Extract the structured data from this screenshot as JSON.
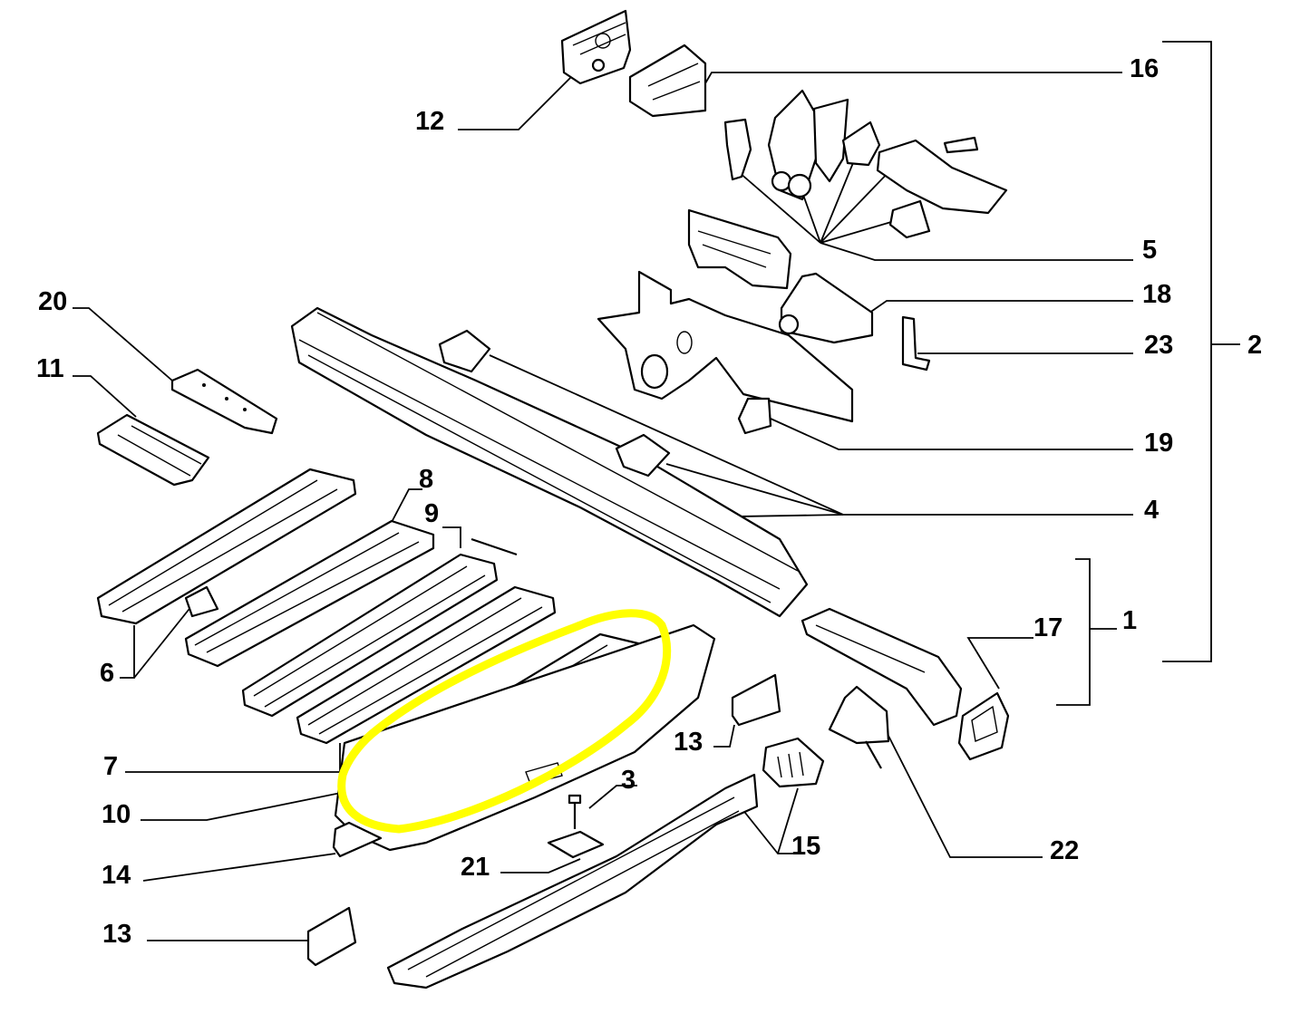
{
  "diagram": {
    "callouts": {
      "c1": "1",
      "c2": "2",
      "c3": "3",
      "c4": "4",
      "c5": "5",
      "c6": "6",
      "c7": "7",
      "c8": "8",
      "c9": "9",
      "c10": "10",
      "c11": "11",
      "c12": "12",
      "c13a": "13",
      "c13b": "13",
      "c14": "14",
      "c15": "15",
      "c16": "16",
      "c17": "17",
      "c18": "18",
      "c19": "19",
      "c20": "20",
      "c21": "21",
      "c22": "22",
      "c23": "23"
    },
    "highlight_color": "#ffff00",
    "line_color": "#000000"
  }
}
